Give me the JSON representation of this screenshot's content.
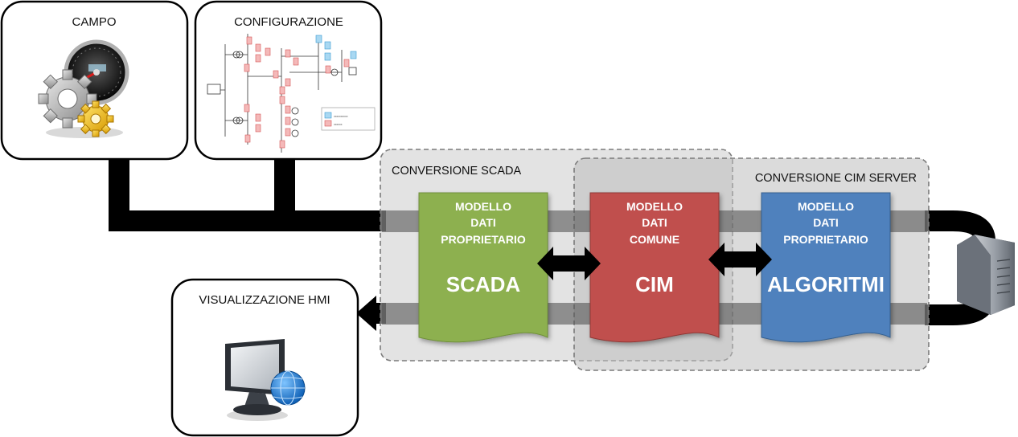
{
  "boxes": {
    "campo": "CAMPO",
    "configurazione": "CONFIGURAZIONE",
    "hmi": "VISUALIZZAZIONE HMI"
  },
  "zones": {
    "scada": "CONVERSIONE SCADA",
    "cim_server": "CONVERSIONE CIM SERVER"
  },
  "documents": {
    "scada": {
      "line1": "MODELLO",
      "line2": "DATI",
      "line3": "PROPRIETARIO",
      "name": "SCADA",
      "color": "#8db050"
    },
    "cim": {
      "line1": "MODELLO",
      "line2": "DATI",
      "line3": "COMUNE",
      "name": "CIM",
      "color": "#c0504d"
    },
    "algoritmi": {
      "line1": "MODELLO",
      "line2": "DATI",
      "line3": "PROPRIETARIO",
      "name": "ALGORITMI",
      "color": "#4f81bd"
    }
  },
  "icons": {
    "campo": "gauge-gears-icon",
    "hmi": "monitor-globe-icon",
    "server": "server-tower-icon"
  }
}
